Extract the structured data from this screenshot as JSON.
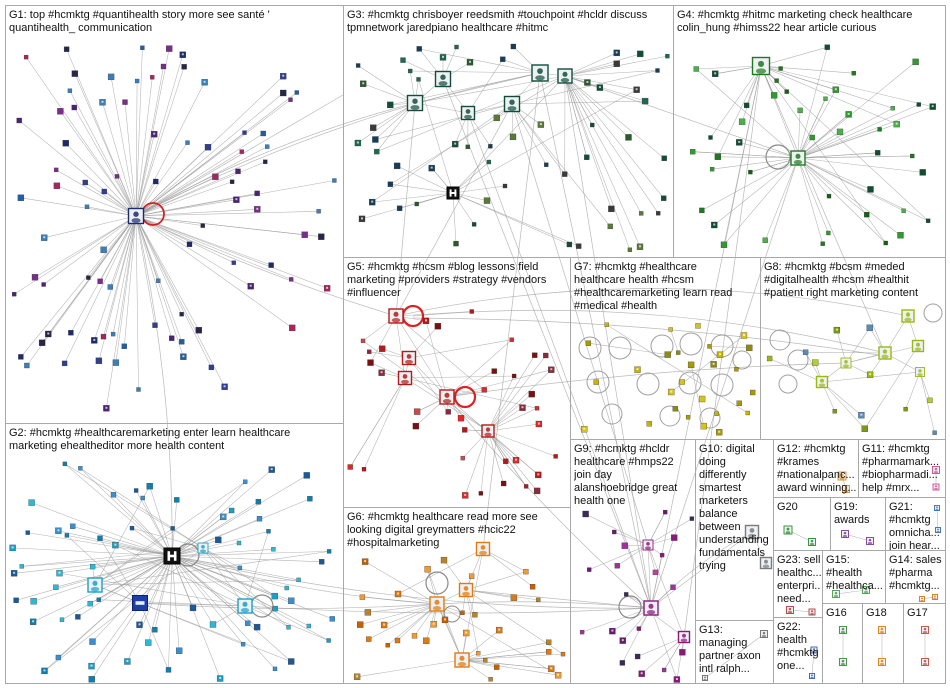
{
  "groups": [
    {
      "id": "G1",
      "lines": [
        "G1: top #hcmktg #quantihealth story more see santé '",
        "quantihealth_ communication"
      ],
      "colors": [
        "#1c2a6e",
        "#2e3f94",
        "#4a2478",
        "#7b2d8c",
        "#1f5fa3",
        "#a8235f",
        "#26264a",
        "#3b7fb8"
      ]
    },
    {
      "id": "G3",
      "lines": [
        "G3: #hcmktg chrisboyer reedsmith #touchpoint #hcldr discuss",
        "tpmnetwork jaredpiano healthcare #hitmc"
      ],
      "colors": [
        "#114d3a",
        "#1c6b4e",
        "#2c5a2c",
        "#173d5a",
        "#3a3a3a",
        "#5a7a3a"
      ]
    },
    {
      "id": "G4",
      "lines": [
        "G4: #hcmktg #hitmc marketing check healthcare",
        "colin_hung #himss22 hear article curious"
      ],
      "colors": [
        "#1f7a1f",
        "#2f9a2f",
        "#146014",
        "#4bb04b",
        "#0f4f2f"
      ]
    },
    {
      "id": "G5",
      "lines": [
        "G5: #hcmktg #hcsm #blog lessons field",
        "marketing #providers #strategy #vendors",
        "#influencer"
      ],
      "colors": [
        "#b51a1a",
        "#d92b2b",
        "#7a1010",
        "#c94a4a",
        "#8a2a3a"
      ]
    },
    {
      "id": "G7",
      "lines": [
        "G7: #hcmktg #healthcare",
        "healthcare health #hcsm",
        "#healthcaremarketing learn read",
        "#medical #health"
      ],
      "colors": [
        "#c8b400",
        "#a89a00",
        "#d6c21e",
        "#8f8a10"
      ]
    },
    {
      "id": "G8",
      "lines": [
        "G8: #hcmktg #bcsm #meded",
        "#digitalhealth #hcsm #healthit",
        "#patient right marketing content"
      ],
      "colors": [
        "#9ab814",
        "#b6cc2c",
        "#7a9a10",
        "#5a8ab8"
      ]
    },
    {
      "id": "G2",
      "lines": [
        "G2: #hcmktg #healthcaremarketing enter learn healthcare",
        "marketing ehealtheditor more health content"
      ],
      "colors": [
        "#1aa0c8",
        "#0e7fb0",
        "#2cb8d8",
        "#3a8fd0",
        "#1a5a9a"
      ]
    },
    {
      "id": "G6",
      "lines": [
        "G6: #hcmktg healthcare read more see",
        "looking digital greymatters #hcic22",
        "#hospitalmarketing"
      ],
      "colors": [
        "#e07a10",
        "#c86000",
        "#f09a30",
        "#b8842a"
      ]
    },
    {
      "id": "G9",
      "lines": [
        "G9: #hcmktg #hcldr",
        "healthcare #hmps22",
        "join day",
        "alanshoebridge great",
        "health one"
      ],
      "colors": [
        "#8a1a7a",
        "#a2309c",
        "#6a1a6a",
        "#c040a0",
        "#3a2a5a"
      ]
    },
    {
      "id": "G10",
      "lines": [
        "G10: digital",
        "doing",
        "differently",
        "smartest",
        "marketers",
        "balance",
        "between",
        "understanding",
        "fundamentals",
        "trying"
      ],
      "colors": [
        "#7a7a7a",
        "#c8b400"
      ]
    },
    {
      "id": "G12",
      "lines": [
        "G12: #hcmktg",
        "#krames",
        "#nationalpanc...",
        "award winning..."
      ],
      "colors": [
        "#e08a20"
      ]
    },
    {
      "id": "G11",
      "lines": [
        "G11: #hcmktg",
        "#pharmamark...",
        "#biopharmadi...",
        "help #mrx..."
      ],
      "colors": [
        "#d04a8a"
      ]
    },
    {
      "id": "G20",
      "lines": [
        "G20"
      ],
      "colors": [
        "#2a8a2a"
      ]
    },
    {
      "id": "G19",
      "lines": [
        "G19:",
        "awards"
      ],
      "colors": [
        "#7a3a9a"
      ]
    },
    {
      "id": "G21",
      "lines": [
        "G21:",
        "#hcmktg",
        "omnicha...",
        "join hear..."
      ],
      "colors": [
        "#3a6ab0"
      ]
    },
    {
      "id": "G23",
      "lines": [
        "G23: sell",
        "healthc...",
        "enterpri...",
        "need..."
      ],
      "colors": [
        "#b03a3a"
      ]
    },
    {
      "id": "G15",
      "lines": [
        "G15:",
        "#health",
        "#healthca..."
      ],
      "colors": [
        "#4a9a4a"
      ]
    },
    {
      "id": "G14",
      "lines": [
        "G14: sales",
        "#pharma",
        "#hcmktg..."
      ],
      "colors": [
        "#c07a20"
      ]
    },
    {
      "id": "G16",
      "lines": [
        "G16"
      ],
      "colors": [
        "#3a8a3a"
      ]
    },
    {
      "id": "G18",
      "lines": [
        "G18"
      ],
      "colors": [
        "#e07a10"
      ]
    },
    {
      "id": "G17",
      "lines": [
        "G17"
      ],
      "colors": [
        "#c04a3a"
      ]
    },
    {
      "id": "G22",
      "lines": [
        "G22:",
        "health",
        "#hcmktg",
        "one..."
      ],
      "colors": [
        "#3a5ab0"
      ]
    },
    {
      "id": "G13",
      "lines": [
        "G13:",
        "managing",
        "partner axon",
        "intl ralph..."
      ],
      "colors": [
        "#6a6a6a"
      ]
    }
  ],
  "edge_color": "#9a9a9a",
  "box_border_color": "#a8a8a8"
}
